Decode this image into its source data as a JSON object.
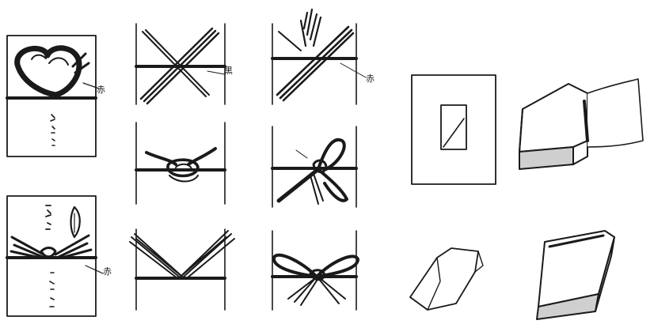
{
  "labels": {
    "red_1": "赤",
    "black_1": "黒",
    "red_2": "赤",
    "red_3": "赤"
  },
  "colors": {
    "ink": "#1a1a1a",
    "paper": "#ffffff",
    "shade": "#cfcfcf"
  },
  "figures": [
    {
      "name": "envelope-musubikiri-with-cord",
      "ink": "drawing"
    },
    {
      "name": "envelope-awaji-with-inscription",
      "ink": "drawing"
    },
    {
      "name": "cord-crossed-straight",
      "ink": "drawing"
    },
    {
      "name": "cord-square-knot",
      "ink": "drawing"
    },
    {
      "name": "cord-v-spread",
      "ink": "drawing"
    },
    {
      "name": "cord-crossed-with-noshi",
      "ink": "drawing"
    },
    {
      "name": "cord-single-loop",
      "ink": "drawing"
    },
    {
      "name": "cord-bow-knot",
      "ink": "drawing"
    },
    {
      "name": "card-with-noshi-window",
      "ink": "drawing"
    },
    {
      "name": "box-with-wrap-flap",
      "ink": "drawing"
    },
    {
      "name": "folded-paper-noshi",
      "ink": "drawing"
    },
    {
      "name": "wrapped-box",
      "ink": "drawing"
    }
  ]
}
